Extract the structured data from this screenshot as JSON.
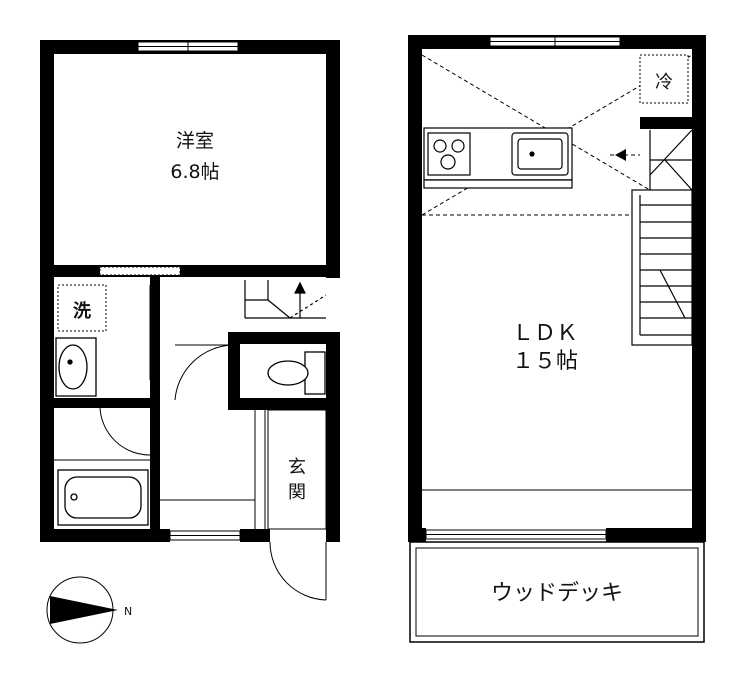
{
  "rooms": {
    "western_room": {
      "name": "洋室",
      "size": "6.8帖"
    },
    "ldk": {
      "name": "ＬＤＫ",
      "size": "１５帖"
    },
    "entrance": {
      "line1": "玄",
      "line2": "関"
    },
    "washroom": {
      "label": "洗"
    },
    "refrigerator": {
      "label": "冷"
    },
    "wood_deck": {
      "label": "ウッドデッキ"
    }
  },
  "compass": {
    "direction": "N"
  }
}
